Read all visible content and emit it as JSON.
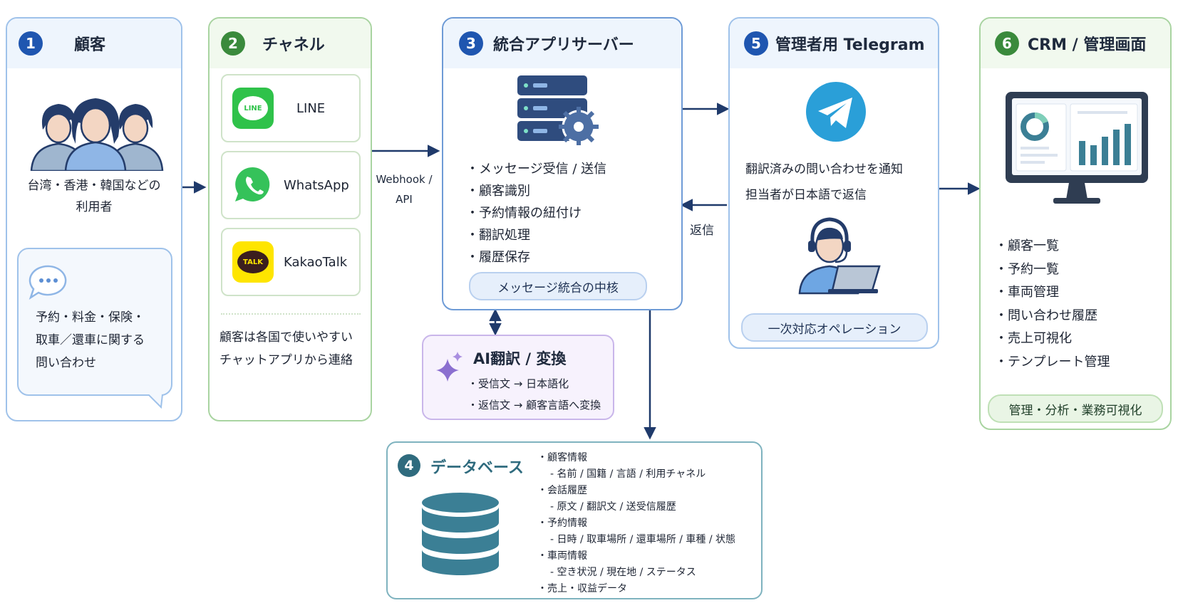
{
  "customer": {
    "number": "1",
    "title": "顧客",
    "desc_line1": "台湾・香港・韓国などの",
    "desc_line2": "利用者",
    "bubble_lines": [
      "予約・料金・保険・",
      "取車／還車に関する",
      "問い合わせ"
    ]
  },
  "channel": {
    "number": "2",
    "title": "チャネル",
    "apps": [
      {
        "name": "LINE",
        "icon_text": "LINE",
        "color": "#2fc24a"
      },
      {
        "name": "WhatsApp",
        "icon_text": "",
        "color": "#35c25a"
      },
      {
        "name": "KakaoTalk",
        "icon_text": "TALK",
        "color": "#fee500"
      }
    ],
    "note_line1": "顧客は各国で使いやすい",
    "note_line2": "チャットアプリから連絡"
  },
  "connector": {
    "webhook_line1": "Webhook /",
    "webhook_line2": "API",
    "reply_label": "返信"
  },
  "server": {
    "number": "3",
    "title": "統合アプリサーバー",
    "items": [
      "メッセージ受信 / 送信",
      "顧客識別",
      "予約情報の紐付け",
      "翻訳処理",
      "履歴保存"
    ],
    "badge": "メッセージ統合の中核"
  },
  "ai": {
    "title": "AI翻訳 / 変換",
    "lines": [
      "・受信文 → 日本語化",
      "・返信文 → 顧客言語へ変換"
    ]
  },
  "database": {
    "number": "4",
    "title": "データベース",
    "groups": [
      {
        "name": "顧客情報",
        "detail": "名前 / 国籍 / 言語 / 利用チャネル"
      },
      {
        "name": "会話履歴",
        "detail": "原文 / 翻訳文 / 送受信履歴"
      },
      {
        "name": "予約情報",
        "detail": "日時 / 取車場所 / 還車場所 / 車種 / 状態"
      },
      {
        "name": "車両情報",
        "detail": "空き状況 / 現在地 / ステータス"
      },
      {
        "name": "売上・収益データ",
        "detail": ""
      }
    ]
  },
  "telegram": {
    "number": "5",
    "title": "管理者用 Telegram",
    "line1": "翻訳済みの問い合わせを通知",
    "line2": "担当者が日本語で返信",
    "badge": "一次対応オペレーション"
  },
  "crm": {
    "number": "6",
    "title": "CRM / 管理画面",
    "items": [
      "顧客一覧",
      "予約一覧",
      "車両管理",
      "問い合わせ履歴",
      "売上可視化",
      "テンプレート管理"
    ],
    "badge": "管理・分析・業務可視化"
  },
  "colors": {
    "blue_border": "#9fc2ea",
    "green_border": "#a9d4a1",
    "navy": "#1f3a6b",
    "teal": "#3b7f95",
    "purple": "#c9b6ea"
  }
}
